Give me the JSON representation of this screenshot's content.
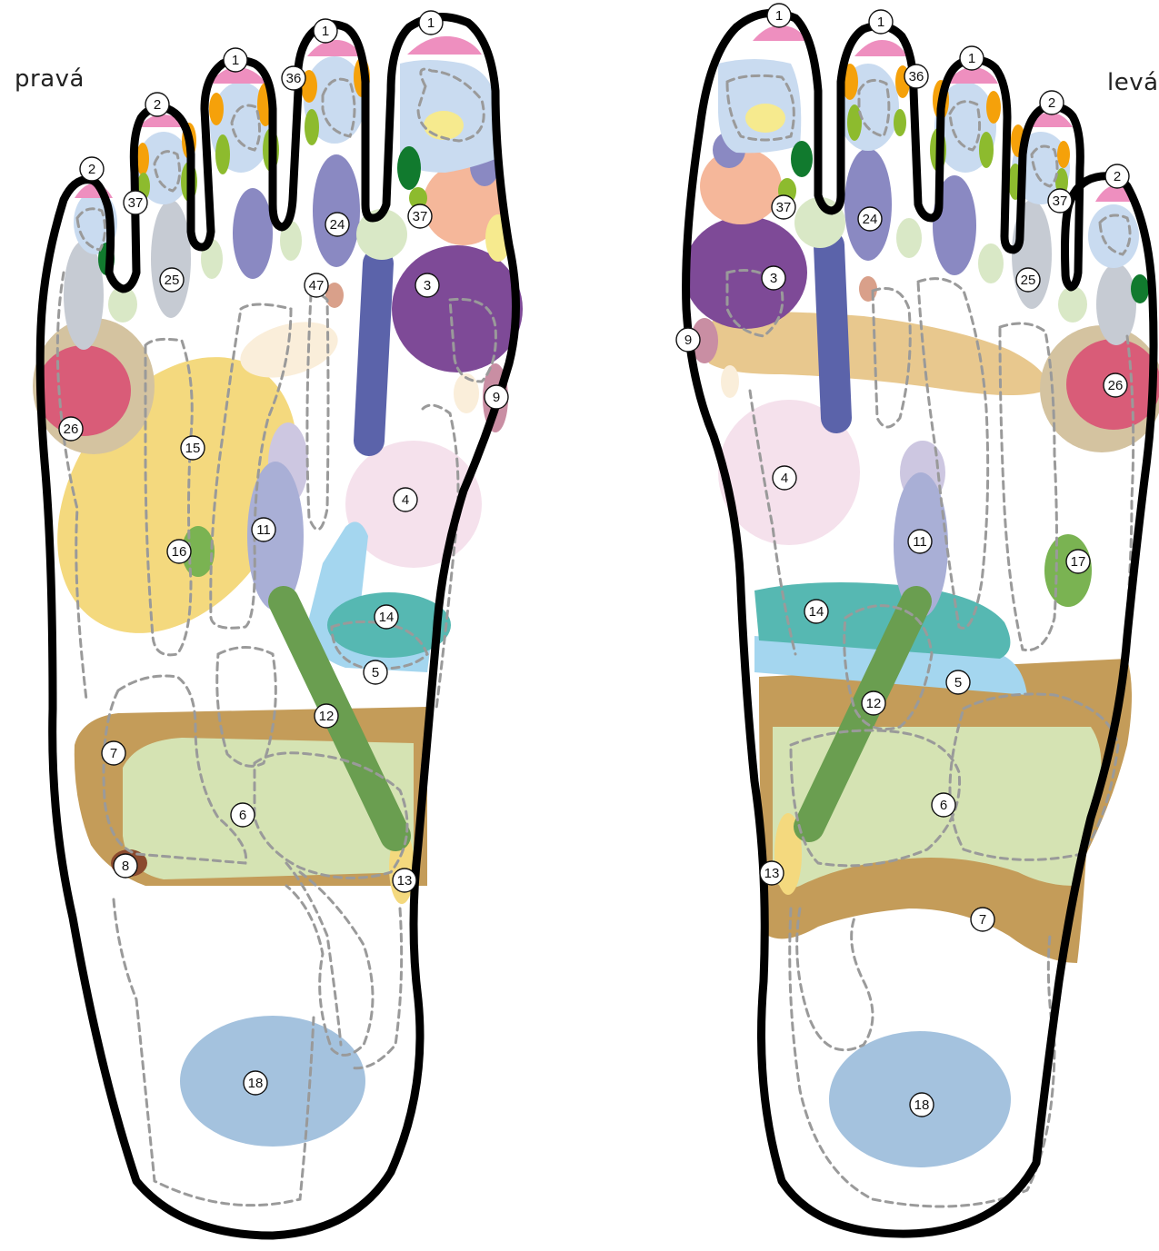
{
  "labels": {
    "right_foot": "pravá",
    "left_foot": "levá"
  },
  "colors": {
    "toe_tip_pink": "#ee8fbf",
    "toe_side_orange": "#f5a10a",
    "toe_lime": "#8dbb2e",
    "sinus_light_blue": "#c9dbf0",
    "dark_green": "#117a2e",
    "pale_green": "#d9e8c6",
    "pale_yellow": "#f6ea8e",
    "slate_blue": "#8a89c2",
    "deep_blue": "#5b63aa",
    "gray_blue": "#c6cbd3",
    "salmon": "#f5b79a",
    "purple": "#7e4a97",
    "mauve": "#c98ea3",
    "beige_ring": "#d4c3a0",
    "crimson": "#d95c78",
    "yellow": "#f4d97e",
    "cream": "#faeeda",
    "lavender": "#a9afd6",
    "light_lavender": "#cdc7e1",
    "pink_light": "#f5e1ec",
    "sky_blue": "#a4d6ef",
    "teal": "#56b8b2",
    "olive_green": "#6a9e50",
    "mid_green": "#7ab352",
    "brown_band": "#c49c59",
    "pale_lime": "#d5e3b3",
    "dark_brown": "#8b4a2e",
    "heel_blue": "#a4c2de",
    "tan_band": "#e8c88e",
    "outline": "#000000",
    "dash_gray": "#9a9a9a"
  },
  "right_foot_zones": [
    {
      "name": "zone-1-big-toe-marker",
      "label": "1"
    },
    {
      "name": "zone-1-toe2-marker",
      "label": "1"
    },
    {
      "name": "zone-1-toe3-marker",
      "label": "1"
    },
    {
      "name": "zone-2-toe4-marker",
      "label": "2"
    },
    {
      "name": "zone-2-toe5-marker",
      "label": "2"
    },
    {
      "name": "zone-36-marker",
      "label": "36"
    },
    {
      "name": "zone-37-toe5-marker",
      "label": "37"
    },
    {
      "name": "zone-37-big-toe-marker",
      "label": "37"
    },
    {
      "name": "zone-24-marker",
      "label": "24"
    },
    {
      "name": "zone-25-marker",
      "label": "25"
    },
    {
      "name": "zone-47-marker",
      "label": "47"
    },
    {
      "name": "zone-3-marker",
      "label": "3"
    },
    {
      "name": "zone-9-marker",
      "label": "9"
    },
    {
      "name": "zone-26-marker",
      "label": "26"
    },
    {
      "name": "zone-15-marker",
      "label": "15"
    },
    {
      "name": "zone-16-marker",
      "label": "16"
    },
    {
      "name": "zone-11-marker",
      "label": "11"
    },
    {
      "name": "zone-4-marker",
      "label": "4"
    },
    {
      "name": "zone-14-marker",
      "label": "14"
    },
    {
      "name": "zone-5-marker",
      "label": "5"
    },
    {
      "name": "zone-12-marker",
      "label": "12"
    },
    {
      "name": "zone-7-marker",
      "label": "7"
    },
    {
      "name": "zone-6-marker",
      "label": "6"
    },
    {
      "name": "zone-8-marker",
      "label": "8"
    },
    {
      "name": "zone-13-marker",
      "label": "13"
    },
    {
      "name": "zone-18-marker",
      "label": "18"
    }
  ],
  "left_foot_zones": [
    {
      "name": "zone-1-big-toe-marker",
      "label": "1"
    },
    {
      "name": "zone-1-toe2-marker",
      "label": "1"
    },
    {
      "name": "zone-1-toe3-marker",
      "label": "1"
    },
    {
      "name": "zone-2-toe4-marker",
      "label": "2"
    },
    {
      "name": "zone-2-toe5-marker",
      "label": "2"
    },
    {
      "name": "zone-36-marker",
      "label": "36"
    },
    {
      "name": "zone-37-big-toe-marker",
      "label": "37"
    },
    {
      "name": "zone-37-toe5-marker",
      "label": "37"
    },
    {
      "name": "zone-24-marker",
      "label": "24"
    },
    {
      "name": "zone-25-marker",
      "label": "25"
    },
    {
      "name": "zone-3-marker",
      "label": "3"
    },
    {
      "name": "zone-9-marker",
      "label": "9"
    },
    {
      "name": "zone-26-marker",
      "label": "26"
    },
    {
      "name": "zone-4-marker",
      "label": "4"
    },
    {
      "name": "zone-11-marker",
      "label": "11"
    },
    {
      "name": "zone-17-marker",
      "label": "17"
    },
    {
      "name": "zone-14-marker",
      "label": "14"
    },
    {
      "name": "zone-5-marker",
      "label": "5"
    },
    {
      "name": "zone-12-marker",
      "label": "12"
    },
    {
      "name": "zone-6-marker",
      "label": "6"
    },
    {
      "name": "zone-13-marker",
      "label": "13"
    },
    {
      "name": "zone-7-marker",
      "label": "7"
    },
    {
      "name": "zone-18-marker",
      "label": "18"
    }
  ]
}
